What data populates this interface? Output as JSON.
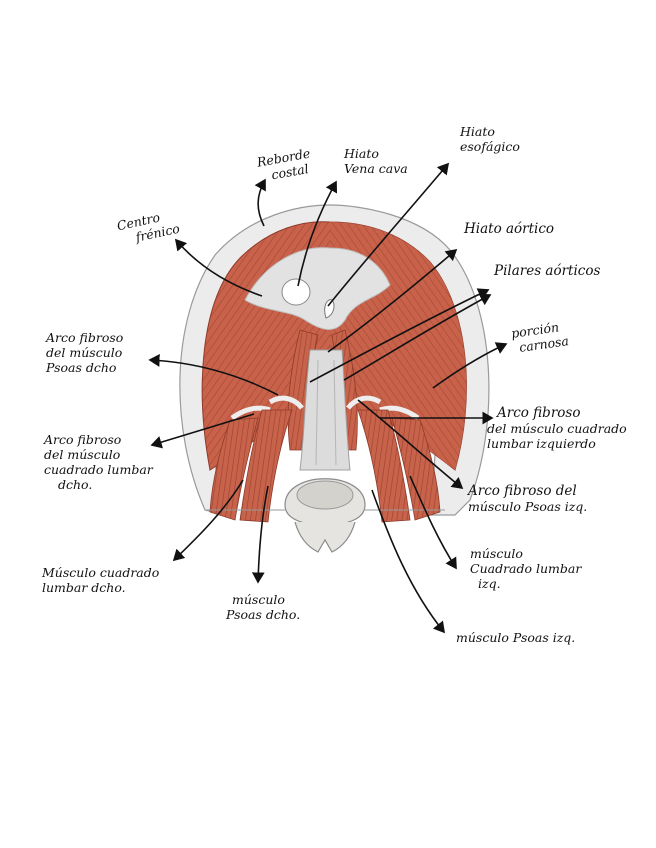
{
  "colors": {
    "muscle": "#c9624a",
    "muscle_dark": "#8e3a2a",
    "tendon": "#dcdcdc",
    "bone": "#e6e4e0",
    "ink": "#111111"
  },
  "labels": {
    "centro_frenico": [
      "Centro",
      "frénico"
    ],
    "reborde_costal": [
      "Reborde",
      "costal"
    ],
    "hiato_vena_cava": [
      "Hiato",
      "Vena cava"
    ],
    "hiato_esofagico": [
      "Hiato",
      "esofágico"
    ],
    "hiato_aortico": [
      "Hiato aórtico"
    ],
    "pilares_aorticos": [
      "Pilares aórticos"
    ],
    "porcion_carnosa": [
      "porción",
      "carnosa"
    ],
    "arco_psoas_dcho": [
      "Arco fibroso",
      "del músculo",
      "Psoas dcho"
    ],
    "arco_cuadrado_dcho": [
      "Arco fibroso",
      "del músculo",
      "cuadrado lumbar",
      "dcho."
    ],
    "arco_cuadrado_izq": [
      "Arco fibroso",
      "del músculo cuadrado",
      "lumbar izquierdo"
    ],
    "arco_psoas_izq": [
      "Arco fibroso del",
      "músculo Psoas izq."
    ],
    "cuadrado_lumbar_dcho": [
      "Músculo cuadrado",
      "lumbar dcho."
    ],
    "psoas_dcho": [
      "músculo",
      "Psoas dcho."
    ],
    "cuadrado_lumbar_izq": [
      "músculo",
      "Cuadrado lumbar",
      "izq."
    ],
    "psoas_izq": [
      "músculo Psoas izq."
    ]
  }
}
